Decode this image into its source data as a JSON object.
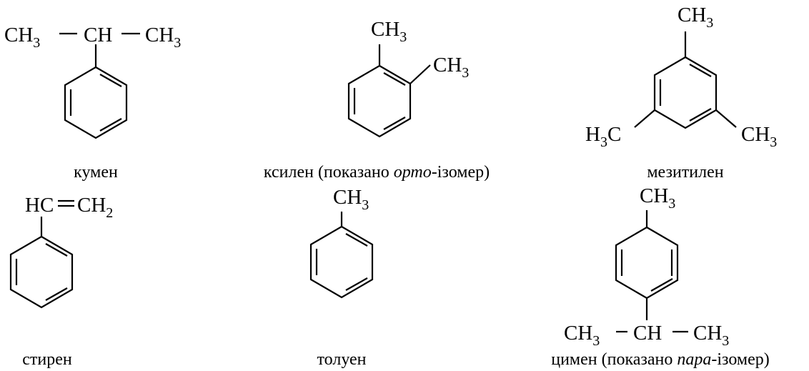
{
  "texts": {
    "ch3": "CH",
    "ch": "CH",
    "h3c_h": "H",
    "h3c_c": "C",
    "hc": "HC",
    "ch2": "CH",
    "sub3": "3",
    "sub2": "2"
  },
  "captions": {
    "cumene": "кумен",
    "xylene_pre": "ксилен (показано ",
    "xylene_it": "орто",
    "xylene_post": "-ізомер)",
    "mesitylene": "мезитилен",
    "styrene": "стирен",
    "toluene": "толуен",
    "cymene_pre": "цимен (показано ",
    "cymene_it": "пара",
    "cymene_post": "-ізомер)"
  },
  "colors": {
    "ink": "#000000",
    "background": "#ffffff"
  }
}
